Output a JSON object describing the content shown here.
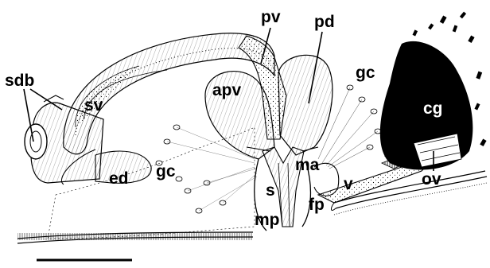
{
  "figure": {
    "labels": {
      "sdb": "sdb",
      "sv": "sv",
      "ed": "ed",
      "gc_left": "gc",
      "apv": "apv",
      "pv": "pv",
      "pd": "pd",
      "gc_right": "gc",
      "cg": "cg",
      "ma": "ma",
      "s": "s",
      "v": "v",
      "fp": "fp",
      "mp": "mp",
      "ov": "ov"
    },
    "colors": {
      "ink": "#000000",
      "paper": "#ffffff"
    }
  }
}
